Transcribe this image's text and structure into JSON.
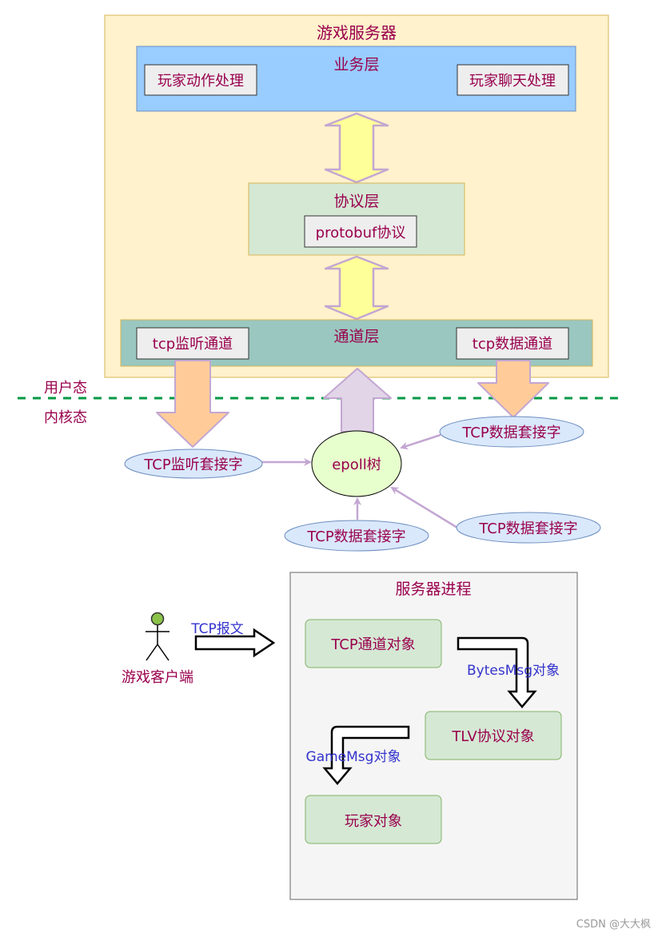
{
  "game_server": {
    "title": "游戏服务器",
    "business_layer": {
      "title": "业务层",
      "left": "玩家动作处理",
      "right": "玩家聊天处理"
    },
    "protocol_layer": {
      "title": "协议层",
      "item": "protobuf协议"
    },
    "channel_layer": {
      "title": "通道层",
      "left": "tcp监听通道",
      "right": "tcp数据通道"
    }
  },
  "boundary": {
    "user_mode": "用户态",
    "kernel_mode": "内核态"
  },
  "kernel": {
    "epoll": "epoll树",
    "listen_socket": "TCP监听套接字",
    "data_socket_top_right": "TCP数据套接字",
    "data_socket_bottom": "TCP数据套接字",
    "data_socket_bottom_right": "TCP数据套接字"
  },
  "process": {
    "client_label": "游戏客户端",
    "tcp_message": "TCP报文",
    "title": "服务器进程",
    "tcp_channel_obj": "TCP通道对象",
    "bytes_msg": "BytesMsg对象",
    "tlv_obj": "TLV协议对象",
    "game_msg": "GameMsg对象",
    "player_obj": "玩家对象"
  },
  "watermark": "CSDN @大大枫",
  "colors": {
    "text": "#99004d",
    "blue_text": "#3333cc",
    "server_bg": "#fff2cc",
    "server_border": "#d6b656",
    "business_bg": "#99ccff",
    "protocol_bg": "#d5e8d4",
    "channel_bg": "#9ac7bf",
    "dashed": "#009944"
  }
}
